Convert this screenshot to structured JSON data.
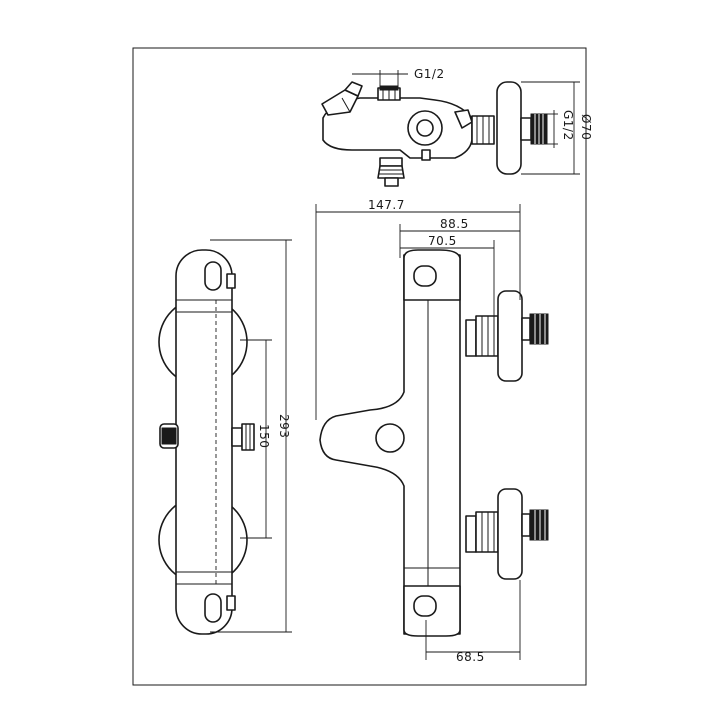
{
  "dimensions": {
    "inlet_thread_top": "G1/2",
    "inlet_thread_side": "G1/2",
    "escutcheon_diameter": "Ø70",
    "overall_depth": "147.7",
    "depth_to_wall": "88.5",
    "body_depth": "70.5",
    "overall_height": "293",
    "inlet_spacing": "150",
    "outlet_offset": "68.5"
  },
  "colors": {
    "line": "#1a1a1a",
    "background": "#ffffff"
  }
}
